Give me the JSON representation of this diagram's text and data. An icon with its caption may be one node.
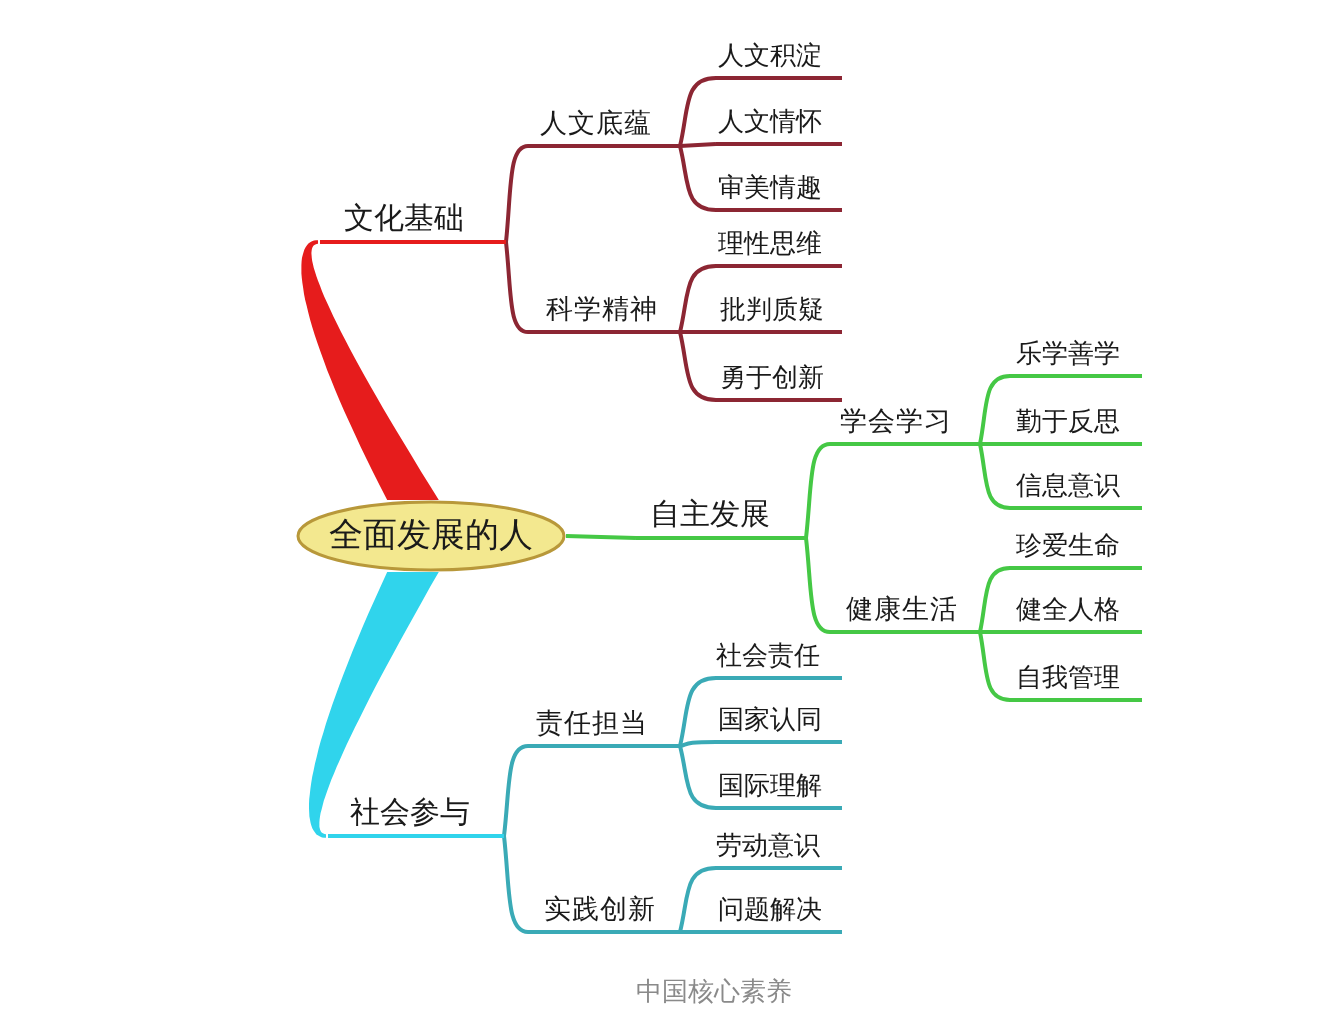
{
  "diagram": {
    "caption": "中国核心素养",
    "nodes": [
      {
        "text": [
          "全面发展的人"
        ]
      },
      {
        "text": [
          "文化基础"
        ]
      },
      {
        "text": [
          "人文底蕴"
        ]
      },
      {
        "text": [
          "人文积淀"
        ]
      },
      {
        "text": [
          "人文情怀"
        ]
      },
      {
        "text": [
          "审美情趣"
        ]
      },
      {
        "text": [
          "科学精神"
        ]
      },
      {
        "text": [
          "理性思维"
        ]
      },
      {
        "text": [
          "批判质疑"
        ]
      },
      {
        "text": [
          "勇于创新"
        ]
      },
      {
        "text": [
          "自主发展"
        ]
      },
      {
        "text": [
          "学会学习"
        ]
      },
      {
        "text": [
          "乐学善学"
        ]
      },
      {
        "text": [
          "勤于反思"
        ]
      },
      {
        "text": [
          "信息意识"
        ]
      },
      {
        "text": [
          "健康生活"
        ]
      },
      {
        "text": [
          "珍爱生命"
        ]
      },
      {
        "text": [
          "健全人格"
        ]
      },
      {
        "text": [
          "自我管理"
        ]
      },
      {
        "text": [
          "社会参与"
        ]
      },
      {
        "text": [
          "责任担当"
        ]
      },
      {
        "text": [
          "社会责任"
        ]
      },
      {
        "text": [
          "国家认同"
        ]
      },
      {
        "text": [
          "国际理解"
        ]
      },
      {
        "text": [
          "实践创新"
        ]
      },
      {
        "text": [
          "劳动意识"
        ]
      },
      {
        "text": [
          "问题解决"
        ]
      }
    ],
    "edges": [
      {
        "from": 0,
        "to": 1,
        "arrow": "none",
        "style": "thick",
        "color": "#e61c1c"
      },
      {
        "from": 1,
        "to": 2,
        "arrow": "none",
        "color": "#8c2633"
      },
      {
        "from": 2,
        "to": 3,
        "arrow": "none",
        "color": "#8c2633"
      },
      {
        "from": 2,
        "to": 4,
        "arrow": "none",
        "color": "#8c2633"
      },
      {
        "from": 2,
        "to": 5,
        "arrow": "none",
        "color": "#8c2633"
      },
      {
        "from": 1,
        "to": 6,
        "arrow": "none",
        "color": "#8c2633"
      },
      {
        "from": 6,
        "to": 7,
        "arrow": "none",
        "color": "#8c2633"
      },
      {
        "from": 6,
        "to": 8,
        "arrow": "none",
        "color": "#8c2633"
      },
      {
        "from": 6,
        "to": 9,
        "arrow": "none",
        "color": "#8c2633"
      },
      {
        "from": 0,
        "to": 10,
        "arrow": "none",
        "color": "#45c845"
      },
      {
        "from": 10,
        "to": 11,
        "arrow": "none",
        "color": "#45c845"
      },
      {
        "from": 11,
        "to": 12,
        "arrow": "none",
        "color": "#45c845"
      },
      {
        "from": 11,
        "to": 13,
        "arrow": "none",
        "color": "#45c845"
      },
      {
        "from": 11,
        "to": 14,
        "arrow": "none",
        "color": "#45c845"
      },
      {
        "from": 10,
        "to": 15,
        "arrow": "none",
        "color": "#45c845"
      },
      {
        "from": 15,
        "to": 16,
        "arrow": "none",
        "color": "#45c845"
      },
      {
        "from": 15,
        "to": 17,
        "arrow": "none",
        "color": "#45c845"
      },
      {
        "from": 15,
        "to": 18,
        "arrow": "none",
        "color": "#45c845"
      },
      {
        "from": 0,
        "to": 19,
        "arrow": "none",
        "style": "thick",
        "color": "#30d4ec"
      },
      {
        "from": 19,
        "to": 20,
        "arrow": "none",
        "color": "#3aaab6"
      },
      {
        "from": 20,
        "to": 21,
        "arrow": "none",
        "color": "#3aaab6"
      },
      {
        "from": 20,
        "to": 22,
        "arrow": "none",
        "color": "#3aaab6"
      },
      {
        "from": 20,
        "to": 23,
        "arrow": "none",
        "color": "#3aaab6"
      },
      {
        "from": 19,
        "to": 24,
        "arrow": "none",
        "color": "#3aaab6"
      },
      {
        "from": 24,
        "to": 25,
        "arrow": "none",
        "color": "#3aaab6"
      },
      {
        "from": 24,
        "to": 26,
        "arrow": "none",
        "color": "#3aaab6"
      }
    ]
  }
}
